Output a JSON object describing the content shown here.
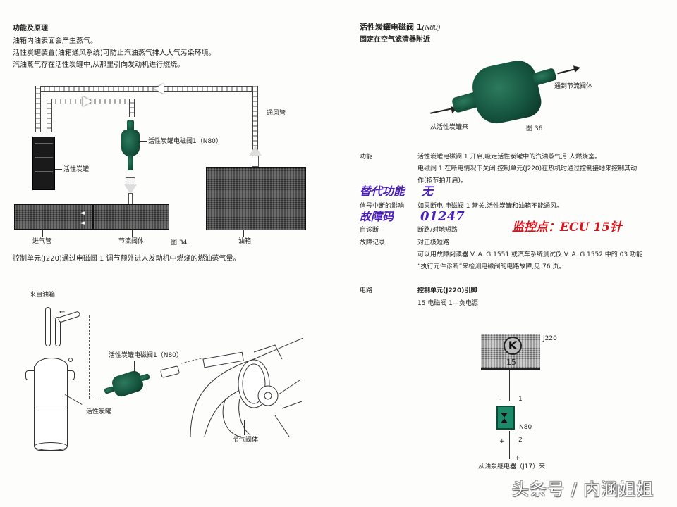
{
  "left": {
    "section_title": "功能及原理",
    "paragraphs": [
      "油箱内油表面会产生蒸气。",
      "活性炭罐装置(油箱通风系统)可防止汽油蒸气排人大气污染环境。",
      "汽油蒸气存在活性炭罐中,从那里引向发动机进行燃烧。"
    ],
    "figure34": {
      "labels": {
        "canister": "活性炭罐",
        "valve": "活性炭罐电磁阀1（N80）",
        "vent_pipe": "通风管",
        "intake_pipe": "进气管",
        "throttle_body": "节流阀体",
        "fuel_tank": "油箱"
      },
      "caption": "图 34"
    },
    "control_text": "控制单元(J220)通过电磁阀 1 调节额外进人发动机中燃烧的燃油蒸气量。",
    "figure35": {
      "labels": {
        "from_tank": "来自油箱",
        "valve": "活性炭罐电磁阀1（N80）",
        "canister": "活性炭罐",
        "throttle_body": "节气阀体"
      }
    }
  },
  "right": {
    "title_cn": "活性炭罐电磁阀 1",
    "title_code": "(N80)",
    "subtitle": "固定在空气滤清器附近",
    "figure36": {
      "label_in": "从活性炭罐来",
      "label_out": "通到节流阀体",
      "caption": "图 36"
    },
    "info_rows": [
      {
        "label": "功能",
        "lines": [
          "活性炭罐电磁阀 1 开启,吸走活性炭罐中的汽油蒸气,引人燃烧室。",
          "电磁阀 1 在断电情况下关闭,控制单元(J220)在热机时通过控制接地来控制其动",
          "作(按节拍开启)。"
        ]
      },
      {
        "label": "信号中断的影响",
        "lines": [
          "如果断电,电磁阀 1 常关,活性炭罐和油箱不能通风。"
        ]
      },
      {
        "label": "自诊断",
        "lines": [
          "断路/对地短路"
        ]
      },
      {
        "label": "故障记录",
        "lines": [
          "对正极短路",
          "可以用故障阅读器 V. A. G 1551 或汽车系统测试仪 V. A. G 1552 中的 03 功能",
          "“执行元件诊断”来检测电磁阀的电路故障,见 76 页。"
        ]
      }
    ],
    "circuit": {
      "label": "电路",
      "line1": "控制单元(J220)引脚",
      "line2": "15 电磁阀 1—负电源",
      "diagram": {
        "ecu": "J220",
        "ecu_symbol": "K",
        "pin": "15",
        "pin1": "1",
        "pin2": "2",
        "minus": "-",
        "plus": "+",
        "plus_bottom": "+",
        "component": "N80",
        "from": "从油泵继电器（J17）来"
      }
    }
  },
  "annotations": {
    "substitute_label": "替代功能",
    "substitute_value": "无",
    "fault_label": "故障码",
    "fault_code": "01247",
    "monitor": "监控点：ECU 15针"
  },
  "watermark": "头条号 / 内涵姐姐",
  "colors": {
    "valve_green": "#14523d",
    "annotation_blue": "#4a1fb8",
    "annotation_red": "#d8121a"
  }
}
